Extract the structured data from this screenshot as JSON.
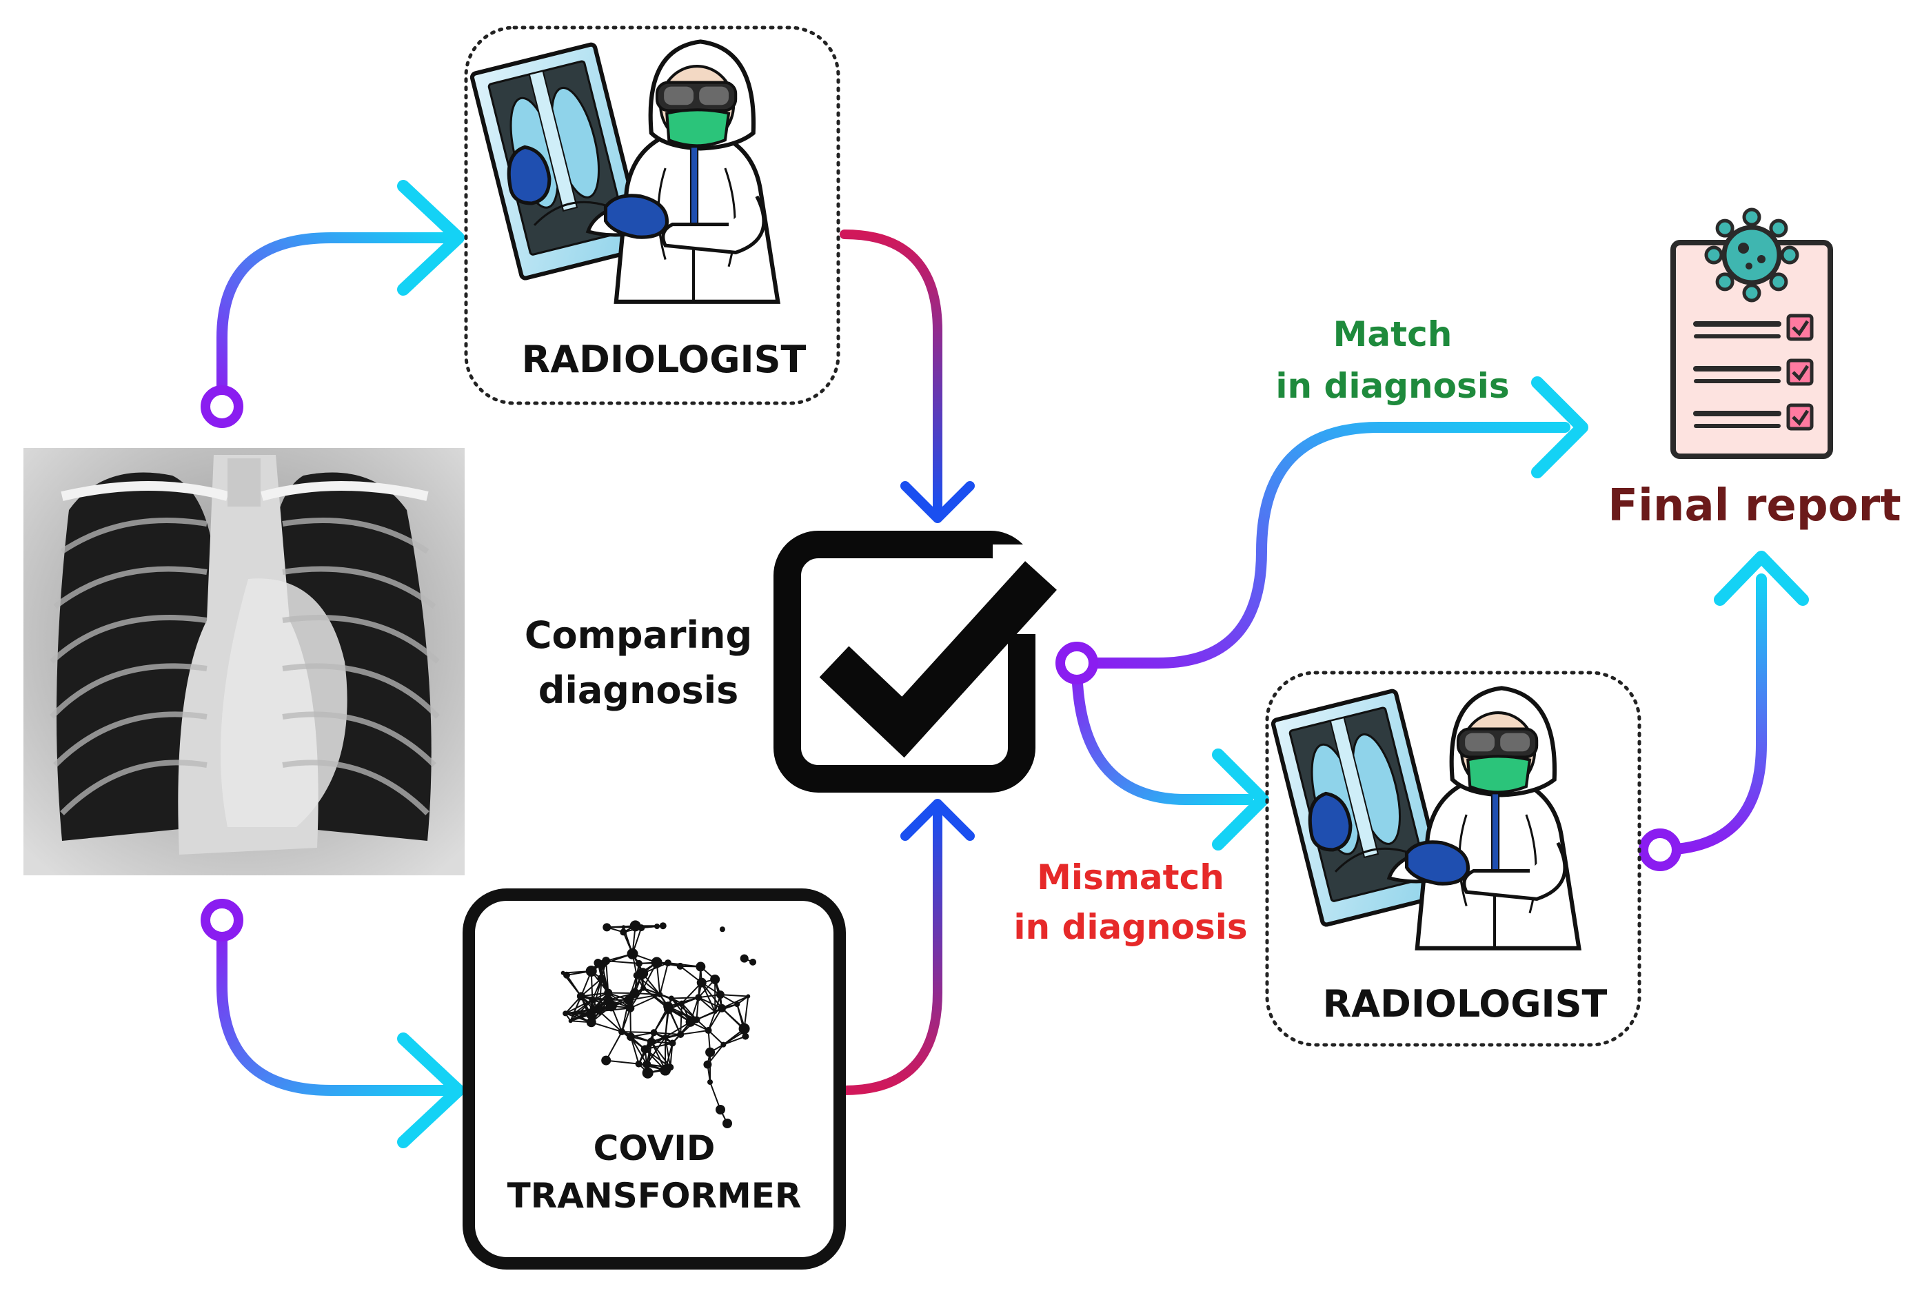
{
  "nodes": {
    "radiologist_top": {
      "label": "RADIOLOGIST"
    },
    "covid_transformer": {
      "label_line1": "COVID",
      "label_line2": "TRANSFORMER"
    },
    "compare": {
      "label_line1": "Comparing",
      "label_line2": "diagnosis"
    },
    "radiologist_right": {
      "label": "RADIOLOGIST"
    },
    "final_report": {
      "label": "Final report"
    }
  },
  "edges": {
    "match": {
      "line1": "Match",
      "line2": "in diagnosis"
    },
    "mismatch": {
      "line1": "Mismatch",
      "line2": "in diagnosis"
    }
  },
  "colors": {
    "match_text": "#1e8a3c",
    "mismatch_text": "#e62929",
    "final_report_text": "#6b1a1a",
    "arrow_start": "#8a1df0",
    "arrow_end": "#14d2f5",
    "merge_start": "#d1185a",
    "merge_end": "#1a4ff0",
    "mask": "#2bc47a",
    "glove": "#1f4fb0"
  },
  "icons": {
    "xray": "chest-xray-image",
    "radiologist": "radiologist-ppe-icon",
    "brain": "neural-network-brain-icon",
    "check": "checkbox-check-icon",
    "report": "clipboard-report-icon",
    "virus": "virus-icon"
  }
}
